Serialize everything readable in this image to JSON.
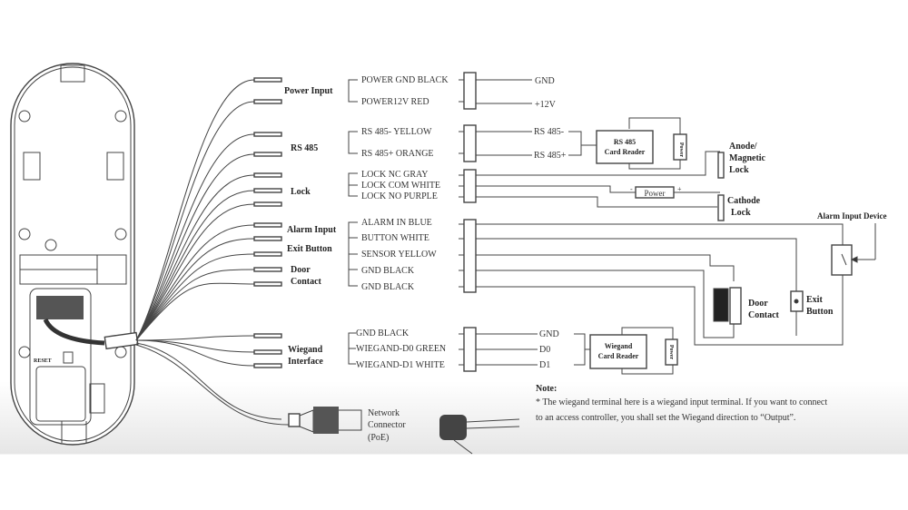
{
  "device": {
    "reset_label": "RESET"
  },
  "groups": {
    "power_input": "Power Input",
    "rs485": "RS 485",
    "lock": "Lock",
    "alarm_input": "Alarm Input",
    "exit_button": "Exit Button",
    "door": "Door",
    "contact": "Contact",
    "wiegand": "Wiegand",
    "interface": "Interface"
  },
  "wires": {
    "power_gnd": "POWER GND BLACK",
    "power_12v": "POWER12V RED",
    "rs485_minus": "RS 485- YELLOW",
    "rs485_plus": "RS 485+ ORANGE",
    "lock_nc": "LOCK NC GRAY",
    "lock_com": "LOCK COM WHITE",
    "lock_no": "LOCK NO PURPLE",
    "alarm_in": "ALARM IN BLUE",
    "button": "BUTTON WHITE",
    "sensor": "SENSOR YELLOW",
    "gnd1": "GND BLACK",
    "gnd2": "GND BLACK",
    "wg_gnd": "GND BLACK",
    "wg_d0": "WIEGAND-D0 GREEN",
    "wg_d1": "WIEGAND-D1 WHITE"
  },
  "terminals": {
    "gnd": "GND",
    "v12": "+12V",
    "rs485_minus": "RS 485-",
    "rs485_plus": "RS 485+",
    "wg_gnd": "GND",
    "d0": "D0",
    "d1": "D1"
  },
  "devices": {
    "rs485_reader_1": "RS 485",
    "rs485_reader_2": "Card Reader",
    "power": "Power",
    "power_box": "Power",
    "minus": "-",
    "plus": "+",
    "anode_1": "Anode/",
    "anode_2": "Magnetic",
    "anode_3": "Lock",
    "cathode_1": "Cathode",
    "cathode_2": "Lock",
    "alarm_device": "Alarm Input Device",
    "door_contact_1": "Door",
    "door_contact_2": "Contact",
    "exit_1": "Exit",
    "exit_2": "Button",
    "wiegand_reader_1": "Wiegand",
    "wiegand_reader_2": "Card Reader",
    "network_1": "Network",
    "network_2": "Connector",
    "network_3": "(PoE)"
  },
  "note": {
    "title": "Note:",
    "line1": "* The wiegand terminal here is a wiegand input terminal. If you want to connect",
    "line2": "to an access controller, you shall set the Wiegand direction to “Output”."
  }
}
